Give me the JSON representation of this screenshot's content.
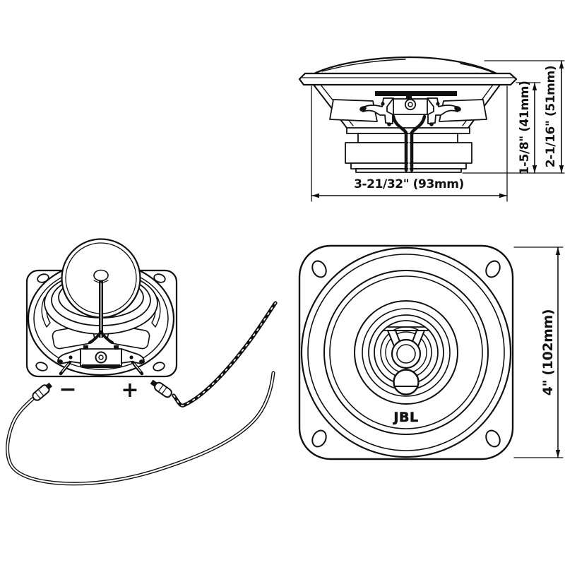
{
  "colors": {
    "line": "#111111",
    "background": "#ffffff"
  },
  "side_view": {
    "dims": {
      "mounting_depth": "1-5/8\" (41mm)",
      "total_depth": "2-1/16\" (51mm)",
      "body_width": "3-21/32\" (93mm)"
    }
  },
  "rear_view": {
    "terminals": {
      "negative": "−",
      "positive": "+"
    }
  },
  "front_view": {
    "brand": "JBL",
    "dims": {
      "overall_size": "4\" (102mm)"
    }
  }
}
